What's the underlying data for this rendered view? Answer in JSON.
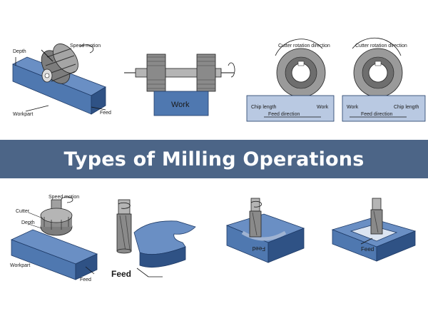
{
  "banner": {
    "title": "Types of Milling Operations"
  },
  "colors": {
    "banner": "#4c6587",
    "workpiece": "#4f78b0",
    "workpiece_dark": "#2f5285",
    "tool": "#8a8a8a"
  },
  "top_row": {
    "slab": {
      "depth": "Depth",
      "speed": "Speed motion",
      "workpart": "Workpart",
      "feed": "Feed"
    },
    "arbor": {
      "work": "Work"
    },
    "updown": {
      "left_rotation": "Cutter rotation direction",
      "left_chip": "Chip length",
      "left_work": "Work",
      "left_feed": "Feed direction",
      "right_rotation": "Cutter rotation direction",
      "right_work": "Work",
      "right_chip": "Chip length",
      "right_feed": "Feed direction"
    }
  },
  "bottom_row": {
    "face": {
      "speed": "Speed motion",
      "cutter": "Cutter",
      "depth": "Depth",
      "workpart": "Workpart",
      "feed": "Feed"
    },
    "profile": {
      "feed": "Feed"
    },
    "pocket": {
      "feed": "Feed"
    },
    "contour": {
      "feed": "Feed"
    }
  }
}
